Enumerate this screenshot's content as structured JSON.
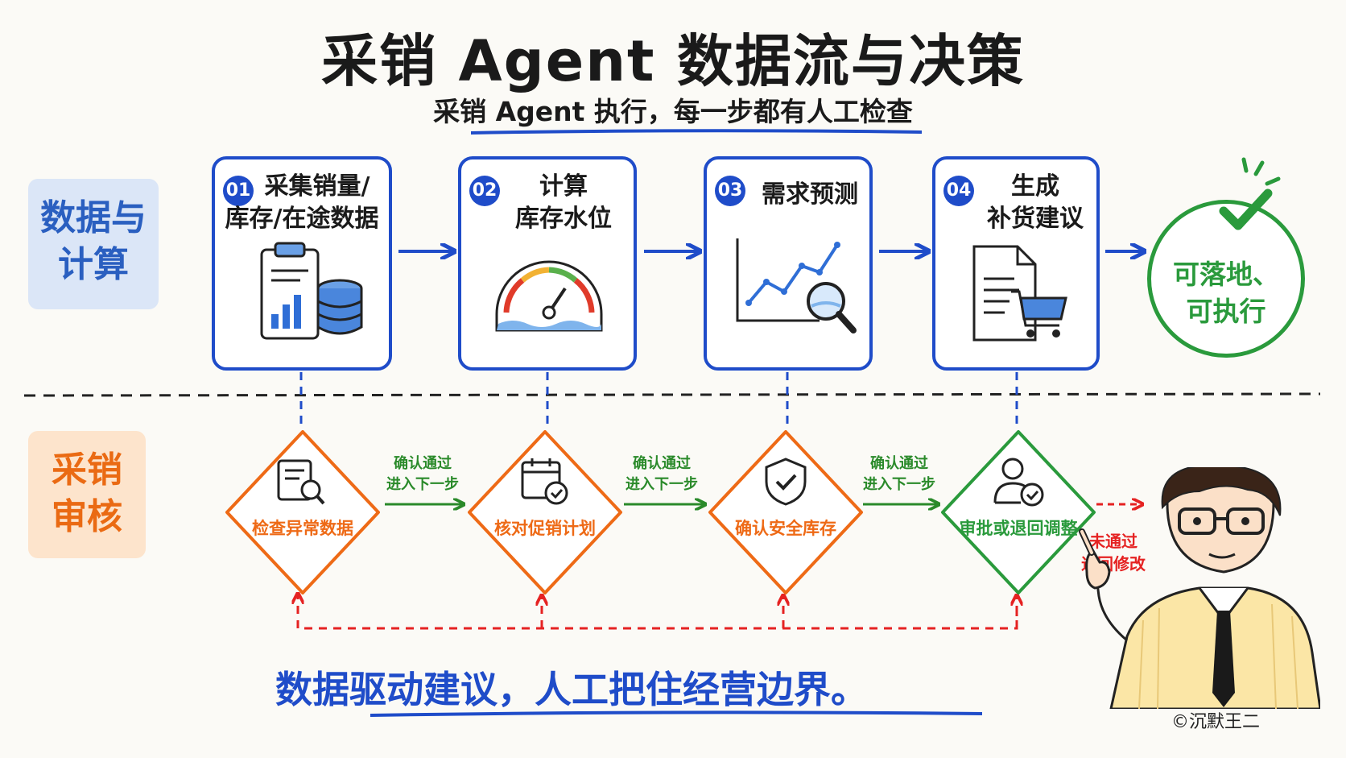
{
  "title": "采销 Agent 数据流与决策",
  "subtitle": "采销 Agent 执行，每一步都有人工检查",
  "lanes": {
    "data_line1": "数据与",
    "data_line2": "计算",
    "review_line1": "采销",
    "review_line2": "审核"
  },
  "steps": [
    {
      "num": "01",
      "line1": "采集销量/",
      "line2": "库存/在途数据",
      "icon": "clipboard-database-icon"
    },
    {
      "num": "02",
      "line1": "计算",
      "line2": "库存水位",
      "icon": "gauge-icon"
    },
    {
      "num": "03",
      "line1": "需求预测",
      "line2": "",
      "icon": "trend-chart-magnifier-icon"
    },
    {
      "num": "04",
      "line1": "生成",
      "line2": "补货建议",
      "icon": "document-cart-icon"
    }
  ],
  "outcome": {
    "line1": "可落地、",
    "line2": "可执行"
  },
  "reviews": [
    {
      "label": "检查异常数据",
      "icon": "document-search-icon",
      "color": "#ee6a16"
    },
    {
      "label": "核对促销计划",
      "icon": "calendar-check-icon",
      "color": "#ee6a16"
    },
    {
      "label": "确认安全库存",
      "icon": "shield-check-icon",
      "color": "#ee6a16"
    },
    {
      "label": "审批或退回调整",
      "icon": "user-check-icon",
      "color": "#2a9a3c"
    }
  ],
  "confirm": {
    "line1": "确认通过",
    "line2": "进入下一步"
  },
  "reject": {
    "line1": "未通过",
    "line2": "退回修改"
  },
  "footer": "数据驱动建议，人工把住经营边界。",
  "copyright": "©沉默王二",
  "colors": {
    "blue": "#1f4cc9",
    "orange": "#ee6a16",
    "green": "#2a9a3c",
    "red": "#e52222"
  }
}
